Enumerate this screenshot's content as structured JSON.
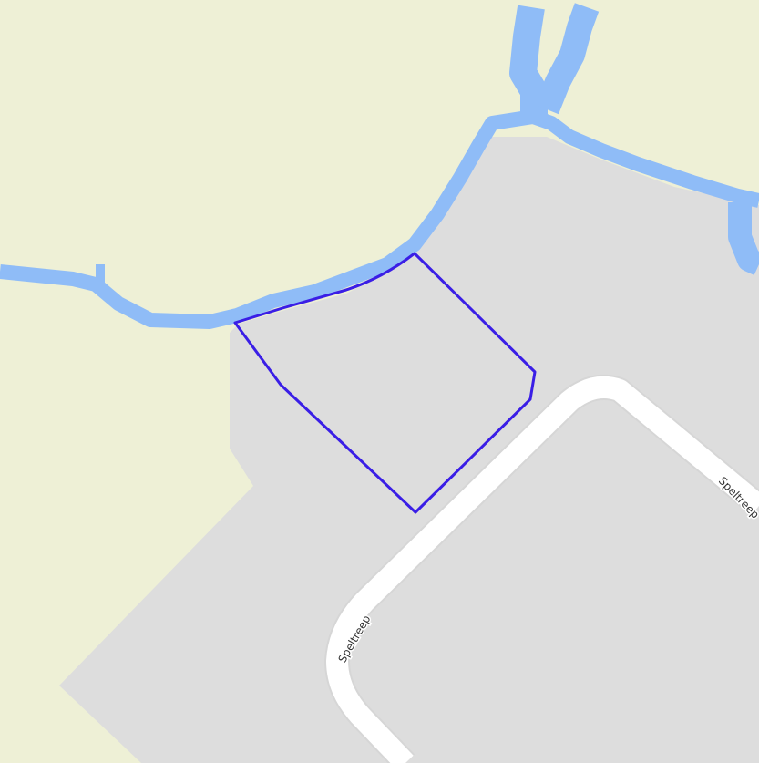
{
  "map": {
    "colors": {
      "meadow": "#eef0d6",
      "landuse": "#dddddd",
      "water": "#8fbcf7",
      "road_casing": "#d6d6d6",
      "road": "#ffffff",
      "outline": "#3a1ee6"
    },
    "roads": [
      {
        "name": "Speltreep"
      },
      {
        "name": "Speltreep"
      }
    ],
    "highlighted_feature": {
      "type": "polygon-outline"
    }
  }
}
